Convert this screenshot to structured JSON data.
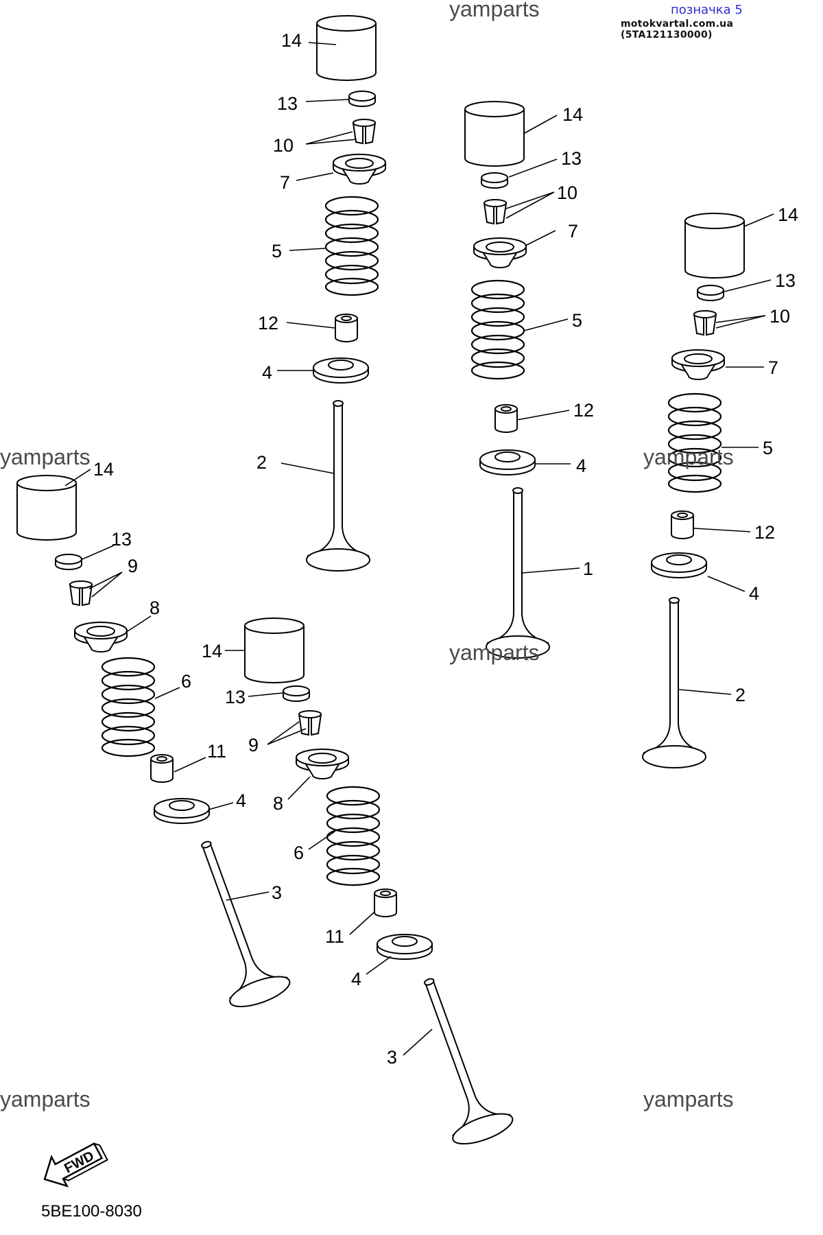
{
  "header": {
    "designation": "позначка 5",
    "site_ref": "motokvartal.com.ua (5TA121130000)"
  },
  "watermark": "yamparts",
  "fwd_label": "FWD",
  "drawing_code": "5BE100-8030",
  "callouts": [
    {
      "id": "a14",
      "text": "14"
    },
    {
      "id": "a13",
      "text": "13"
    },
    {
      "id": "a10",
      "text": "10"
    },
    {
      "id": "a7",
      "text": "7"
    },
    {
      "id": "a5",
      "text": "5"
    },
    {
      "id": "a12",
      "text": "12"
    },
    {
      "id": "a4",
      "text": "4"
    },
    {
      "id": "a2",
      "text": "2"
    },
    {
      "id": "b14",
      "text": "14"
    },
    {
      "id": "b13",
      "text": "13"
    },
    {
      "id": "b10",
      "text": "10"
    },
    {
      "id": "b7",
      "text": "7"
    },
    {
      "id": "b5",
      "text": "5"
    },
    {
      "id": "b12",
      "text": "12"
    },
    {
      "id": "b4",
      "text": "4"
    },
    {
      "id": "b1",
      "text": "1"
    },
    {
      "id": "c14",
      "text": "14"
    },
    {
      "id": "c13",
      "text": "13"
    },
    {
      "id": "c10",
      "text": "10"
    },
    {
      "id": "c7",
      "text": "7"
    },
    {
      "id": "c5",
      "text": "5"
    },
    {
      "id": "c12",
      "text": "12"
    },
    {
      "id": "c4",
      "text": "4"
    },
    {
      "id": "c2",
      "text": "2"
    },
    {
      "id": "d14",
      "text": "14"
    },
    {
      "id": "d13",
      "text": "13"
    },
    {
      "id": "d9",
      "text": "9"
    },
    {
      "id": "d8",
      "text": "8"
    },
    {
      "id": "d6",
      "text": "6"
    },
    {
      "id": "d11",
      "text": "11"
    },
    {
      "id": "d4",
      "text": "4"
    },
    {
      "id": "d3",
      "text": "3"
    },
    {
      "id": "e14",
      "text": "14"
    },
    {
      "id": "e13",
      "text": "13"
    },
    {
      "id": "e9",
      "text": "9"
    },
    {
      "id": "e8",
      "text": "8"
    },
    {
      "id": "e6",
      "text": "6"
    },
    {
      "id": "e11",
      "text": "11"
    },
    {
      "id": "e4",
      "text": "4"
    },
    {
      "id": "e3",
      "text": "3"
    }
  ]
}
